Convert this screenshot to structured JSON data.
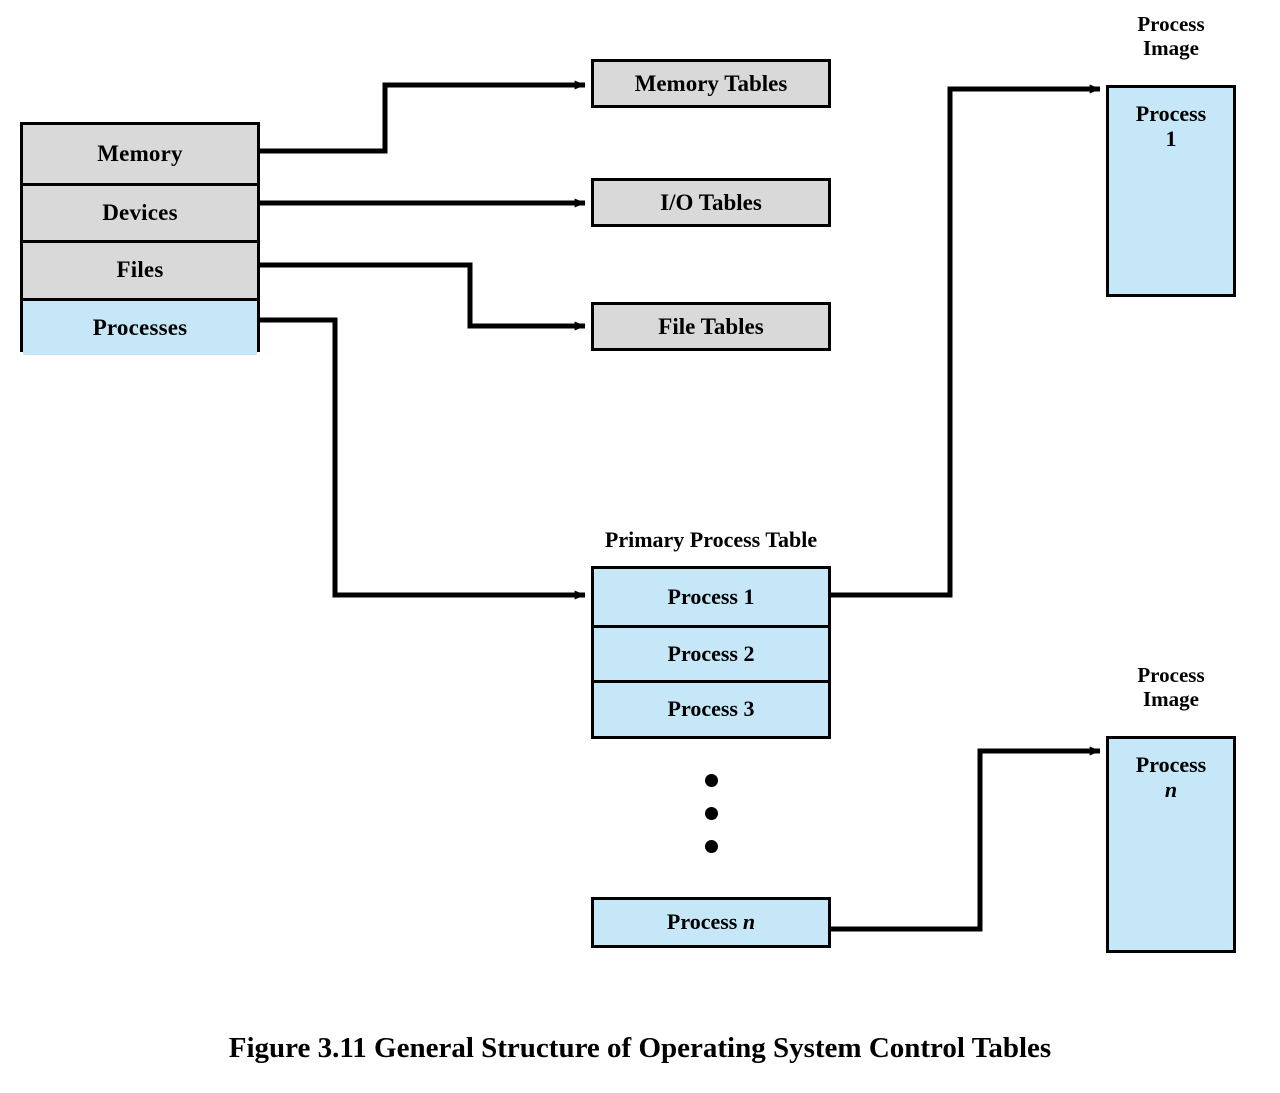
{
  "figure": {
    "caption": "Figure 3.11  General Structure of Operating System Control Tables"
  },
  "colors": {
    "gray_fill": "#d9d9d9",
    "blue_fill": "#c5e7f7",
    "stroke": "#000000",
    "background": "#ffffff"
  },
  "resource_stack": {
    "name": "operating-system-resource-stack",
    "rows": [
      {
        "label": "Memory",
        "fill": "gray"
      },
      {
        "label": "Devices",
        "fill": "gray"
      },
      {
        "label": "Files",
        "fill": "gray"
      },
      {
        "label": "Processes",
        "fill": "blue"
      }
    ]
  },
  "system_tables": [
    {
      "label": "Memory Tables",
      "fill": "gray"
    },
    {
      "label": "I/O Tables",
      "fill": "gray"
    },
    {
      "label": "File Tables",
      "fill": "gray"
    }
  ],
  "primary_process_table": {
    "label": "Primary Process Table",
    "rows": [
      {
        "label": "Process 1"
      },
      {
        "label": "Process 2"
      },
      {
        "label": "Process 3"
      }
    ],
    "ellipsis": "• • •",
    "last_row": {
      "label_prefix": "Process ",
      "label_italic": "n"
    }
  },
  "process_images": [
    {
      "title_line1": "Process",
      "title_line2": "Image",
      "body_line1": "Process",
      "body_line2": "1",
      "body_line2_italic": false
    },
    {
      "title_line1": "Process",
      "title_line2": "Image",
      "body_line1": "Process",
      "body_line2": "n",
      "body_line2_italic": true
    }
  ],
  "connectors": [
    {
      "name": "memory-to-memory-tables",
      "from": "Memory",
      "to": "Memory Tables"
    },
    {
      "name": "devices-to-io-tables",
      "from": "Devices",
      "to": "I/O Tables"
    },
    {
      "name": "files-to-file-tables",
      "from": "Files",
      "to": "File Tables"
    },
    {
      "name": "processes-to-primary-table",
      "from": "Processes",
      "to": "Primary Process Table"
    },
    {
      "name": "process1-to-process-image-1",
      "from": "Process 1",
      "to": "Process Image 1"
    },
    {
      "name": "processn-to-process-image-n",
      "from": "Process n",
      "to": "Process Image n"
    }
  ]
}
